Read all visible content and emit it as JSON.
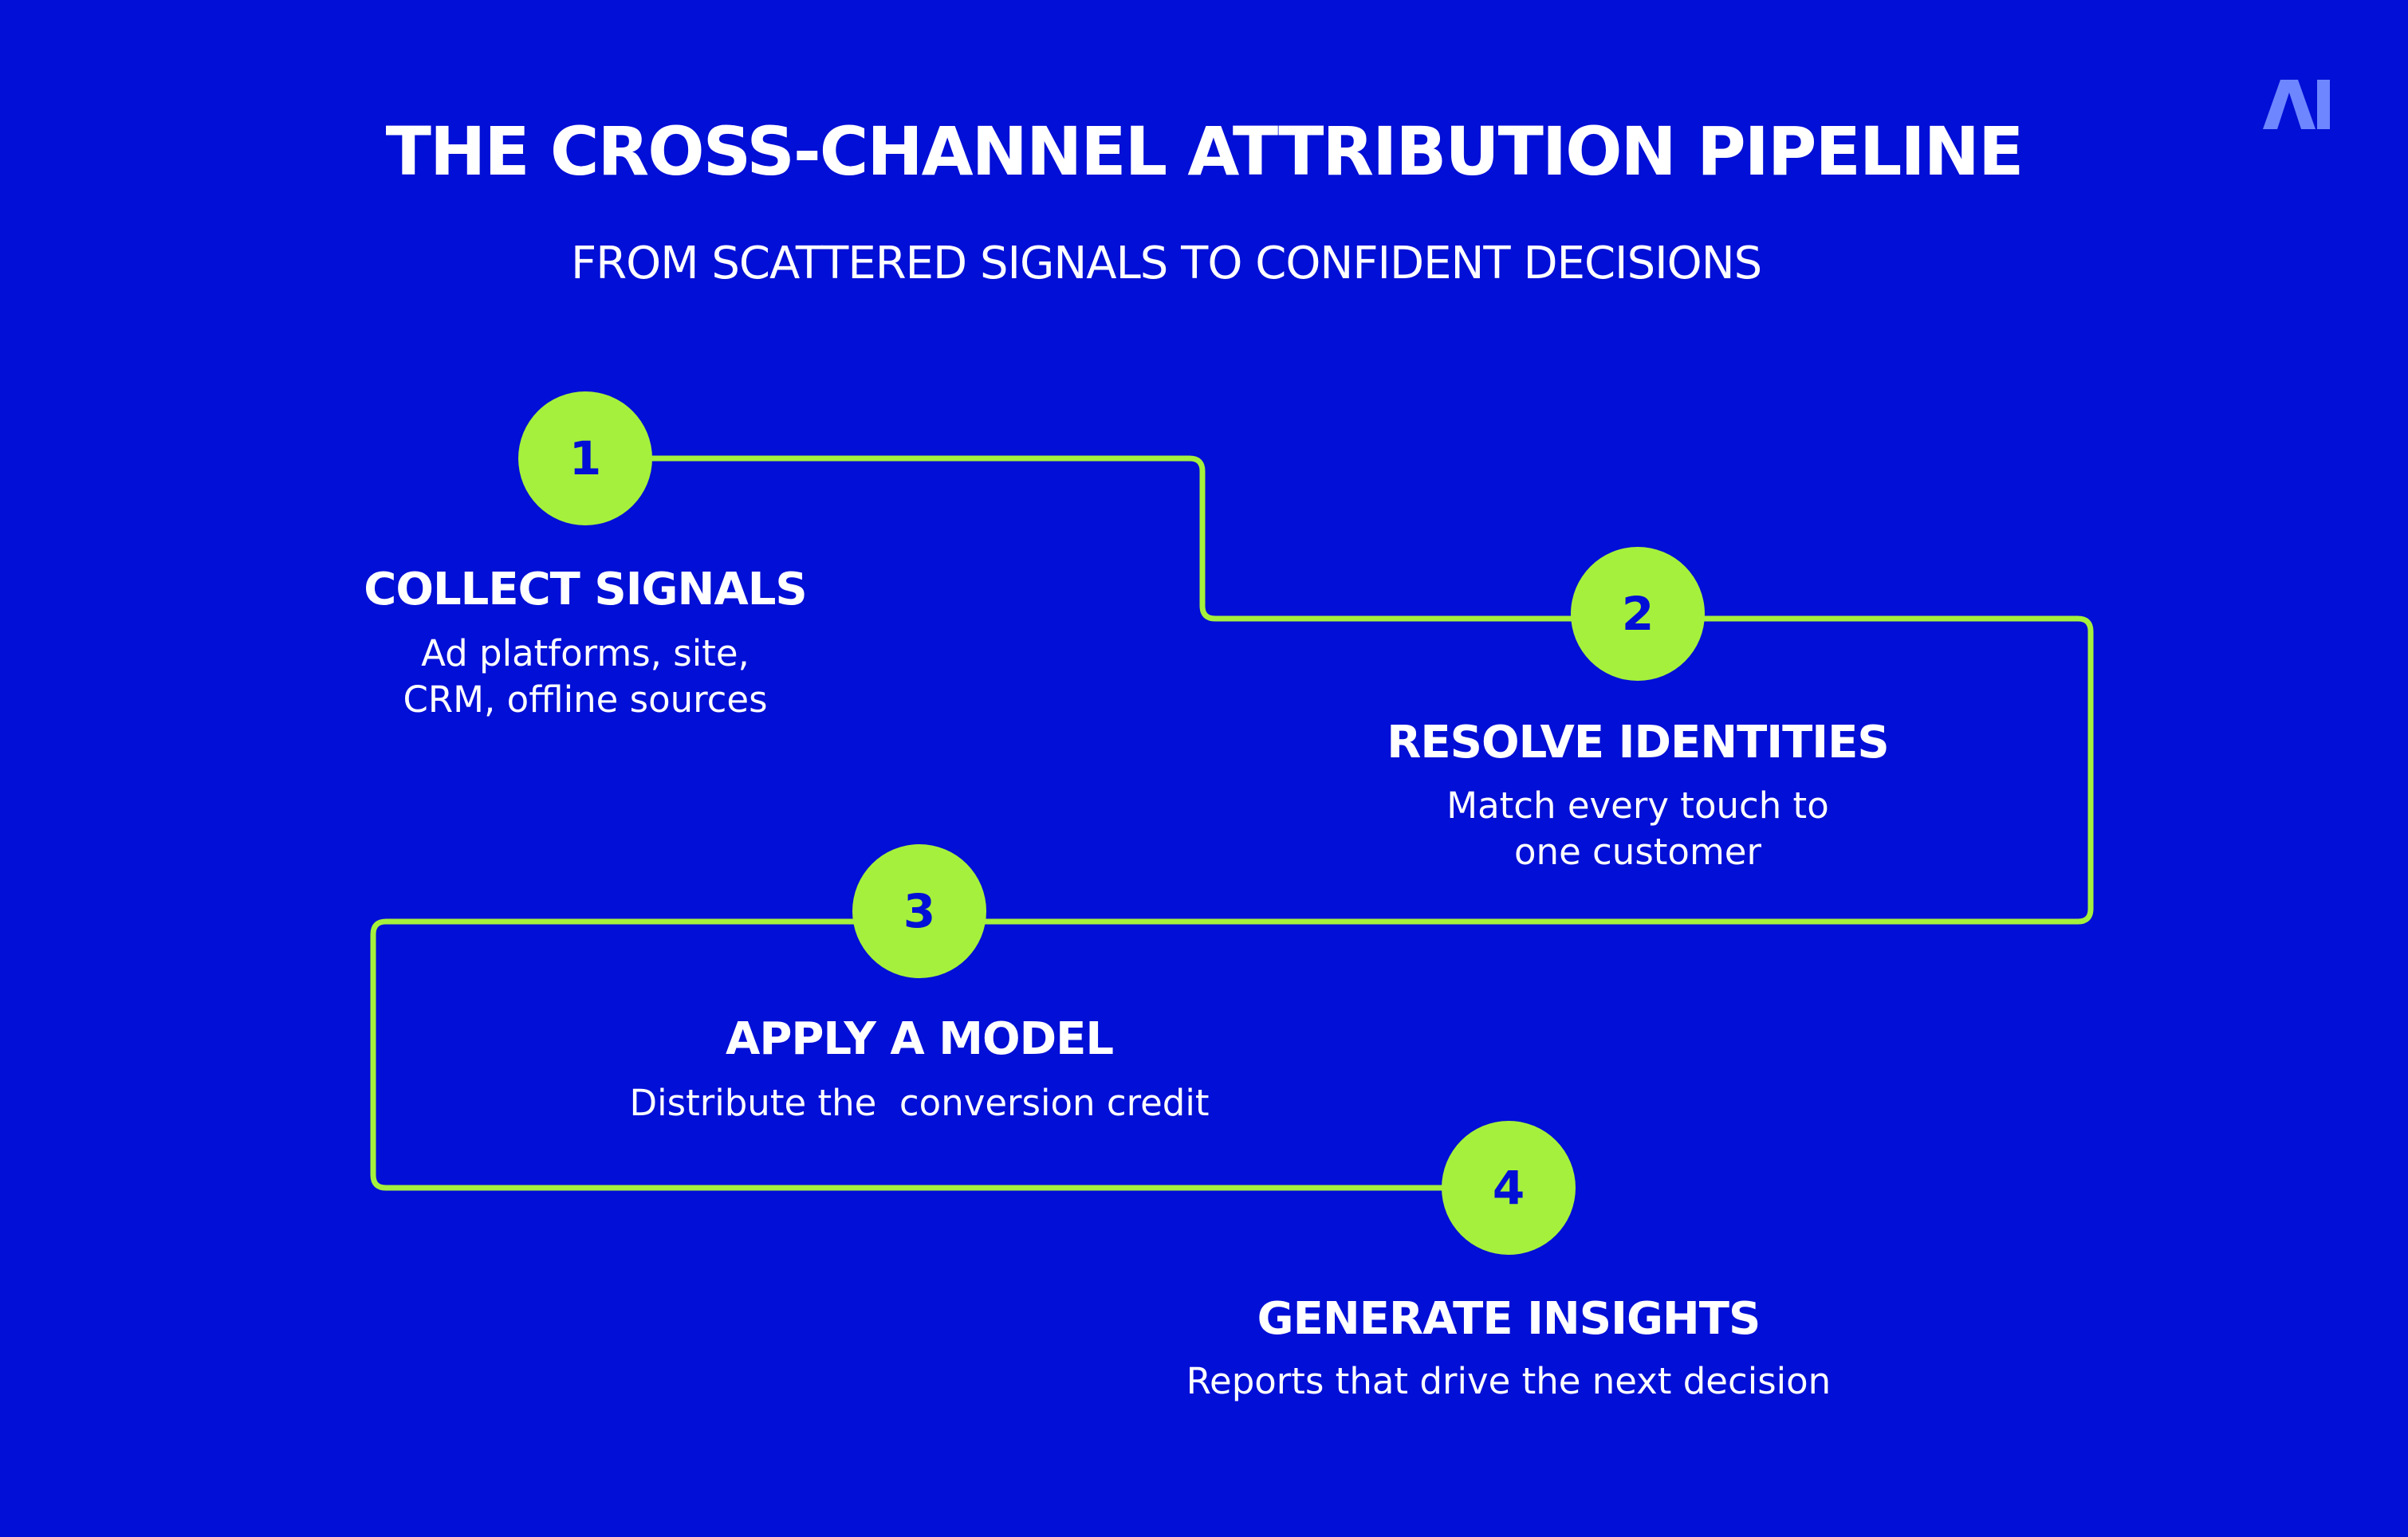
{
  "title": "THE CROSS-CHANNEL ATTRIBUTION PIPELINE",
  "subtitle": "FROM SCATTERED SIGNALS TO CONFIDENT DECISIONS",
  "logo_text": "AI",
  "colors": {
    "background": "#020fd6",
    "accent": "#a5f03c",
    "text": "#ffffff",
    "logo": "#6e86ff"
  },
  "steps": [
    {
      "number": "1",
      "title": "COLLECT SIGNALS",
      "description_lines": [
        "Ad platforms, site,",
        "CRM, offline sources"
      ]
    },
    {
      "number": "2",
      "title": "RESOLVE IDENTITIES",
      "description_lines": [
        "Match every touch to",
        "one customer"
      ]
    },
    {
      "number": "3",
      "title": "APPLY A MODEL",
      "description_lines": [
        "Distribute the  conversion credit"
      ]
    },
    {
      "number": "4",
      "title": "GENERATE INSIGHTS",
      "description_lines": [
        "Reports that drive the next decision"
      ]
    }
  ]
}
